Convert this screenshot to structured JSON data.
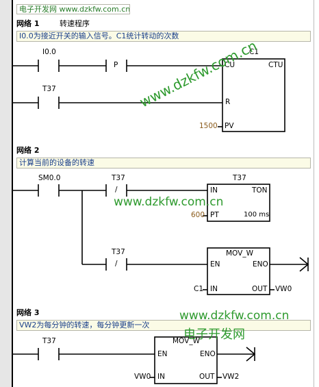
{
  "banner": "电子开发网 www.dzkfw.com.cn",
  "watermarks": {
    "url": "www.dzkfw.com.cn",
    "cn": "电子开发网"
  },
  "network1": {
    "title": "网络 1",
    "desc": "转速程序",
    "comment": "I0.0为接近开关的输入信号。C1统计转动的次数",
    "contact1": "I0.0",
    "edge": "P",
    "counter": "C1",
    "ctu": "CTU",
    "cu": "CU",
    "contact2": "T37",
    "r": "R",
    "pv_label": "PV",
    "pv_value": "1500"
  },
  "network2": {
    "title": "网络 2",
    "comment": "计算当前的设备的转速",
    "contact1": "SM0.0",
    "contact2": "T37",
    "not_sym": "/",
    "timer": "T37",
    "in": "IN",
    "ton": "TON",
    "pt_label": "PT",
    "pt_value": "600",
    "res": "100 ms",
    "contact3": "T37",
    "mov": "MOV_W",
    "en": "EN",
    "eno": "ENO",
    "out": "OUT",
    "in_value": "C1",
    "out_value": "VW0"
  },
  "network3": {
    "title": "网络 3",
    "comment": "VW2为每分钟的转速，每分钟更新一次",
    "contact1": "T37",
    "mov": "MOV_W",
    "en": "EN",
    "eno": "ENO",
    "in": "IN",
    "out": "OUT",
    "in_value": "VW0",
    "out_value": "VW2"
  }
}
